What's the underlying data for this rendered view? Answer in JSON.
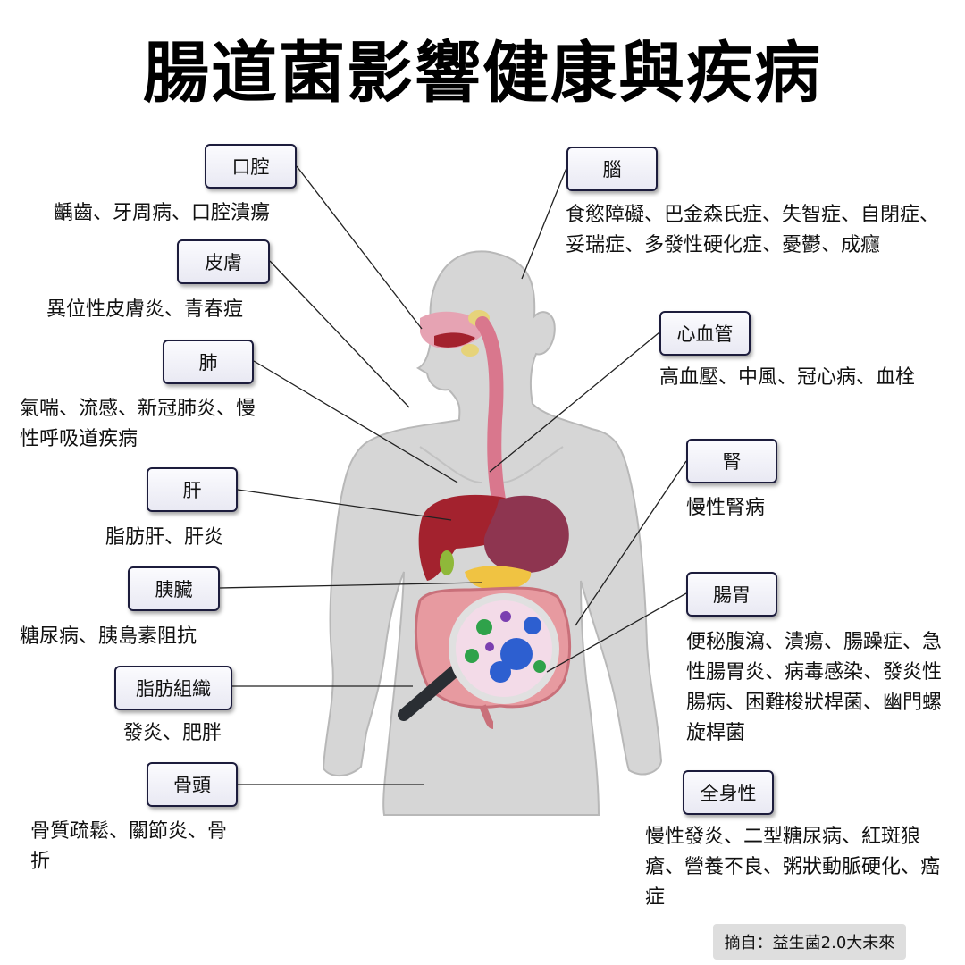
{
  "title": "腸道菌影響健康與疾病",
  "organs": {
    "mouth": {
      "label": "口腔",
      "desc": "齲齒、牙周病、口腔潰瘍"
    },
    "skin": {
      "label": "皮膚",
      "desc": "異位性皮膚炎、青春痘"
    },
    "lung": {
      "label": "肺",
      "desc": "氣喘、流感、新冠肺炎、慢性呼吸道疾病"
    },
    "liver": {
      "label": "肝",
      "desc": "脂肪肝、肝炎"
    },
    "pancreas": {
      "label": "胰臟",
      "desc": "糖尿病、胰島素阻抗"
    },
    "fat": {
      "label": "脂肪組織",
      "desc": "發炎、肥胖"
    },
    "bone": {
      "label": "骨頭",
      "desc": "骨質疏鬆、關節炎、骨折"
    },
    "brain": {
      "label": "腦",
      "desc": "食慾障礙、巴金森氏症、失智症、自閉症、妥瑞症、多發性硬化症、憂鬱、成癮"
    },
    "cardio": {
      "label": "心血管",
      "desc": "高血壓、中風、冠心病、血栓"
    },
    "kidney": {
      "label": "腎",
      "desc": "慢性腎病"
    },
    "gut": {
      "label": "腸胃",
      "desc": "便秘腹瀉、潰瘍、腸躁症、急性腸胃炎、病毒感染、發炎性腸病、困難梭狀桿菌、幽門螺旋桿菌"
    },
    "systemic": {
      "label": "全身性",
      "desc": "慢性發炎、二型糖尿病、紅斑狼瘡、營養不良、粥狀動脈硬化、癌症"
    }
  },
  "credit": "摘自：益生菌2.0大未來",
  "colors": {
    "body": "#d6d6d6",
    "body_outline": "#b8b8b8",
    "liver": "#a3222e",
    "stomach": "#8e3550",
    "esophagus": "#d9778d",
    "intestine": "#e79aa0",
    "pancreas": "#f0c342",
    "gallbladder": "#8fb83a",
    "box_border": "#1c1c3c",
    "magnifier_handle": "#2a2e33",
    "bacteria_blue": "#2d5fd0",
    "bacteria_green": "#2fa24a",
    "bacteria_purple": "#7a3fb0"
  }
}
